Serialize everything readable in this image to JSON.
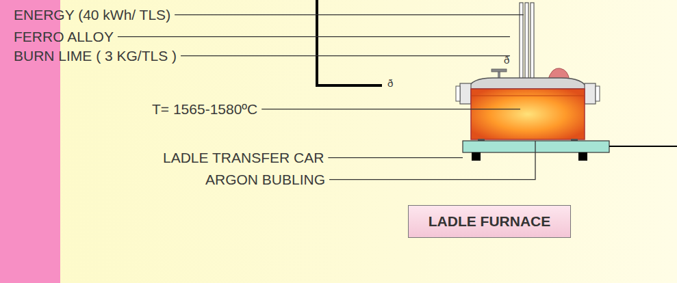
{
  "diagram": {
    "nodes": [
      {
        "text": [
          "LADLE FURNACE"
        ]
      }
    ],
    "labels": [
      "ENERGY (40 kWh/ TLS)",
      "FERRO ALLOY",
      "BURN LIME ( 3 KG/TLS )",
      "ð",
      "ð",
      "T= 1565-1580ºC",
      "LADLE TRANSFER CAR",
      "ARGON BUBLING"
    ]
  }
}
